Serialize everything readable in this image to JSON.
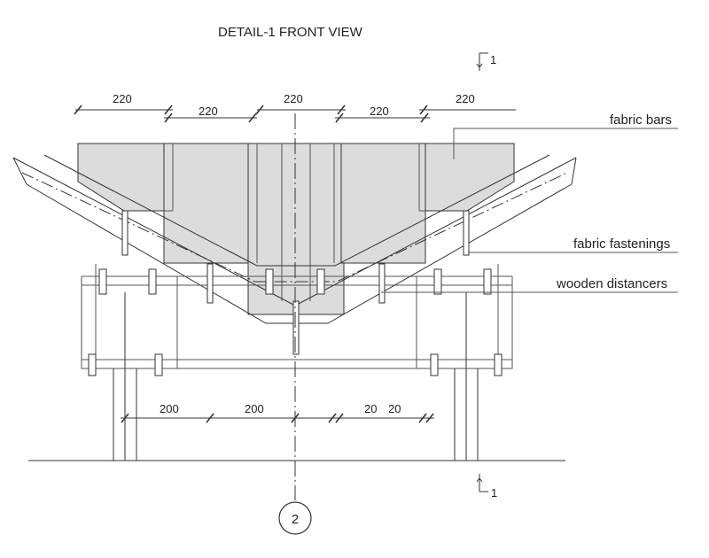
{
  "title": "DETAIL-1  FRONT VIEW",
  "section_marks": {
    "top": "1",
    "bottom": "1"
  },
  "labels": {
    "fabric_bars": "fabric bars",
    "fabric_fastenings": "fabric fastenings",
    "wooden_distancers": "wooden distancers"
  },
  "dimensions": {
    "top": [
      "220",
      "220",
      "220",
      "220",
      "220"
    ],
    "bottom": [
      "200",
      "200",
      "20",
      "20"
    ]
  },
  "axis_marker": "2",
  "colors": {
    "line": "#333333",
    "fill": "#d7d7d7",
    "light": "#9a9a9a"
  }
}
